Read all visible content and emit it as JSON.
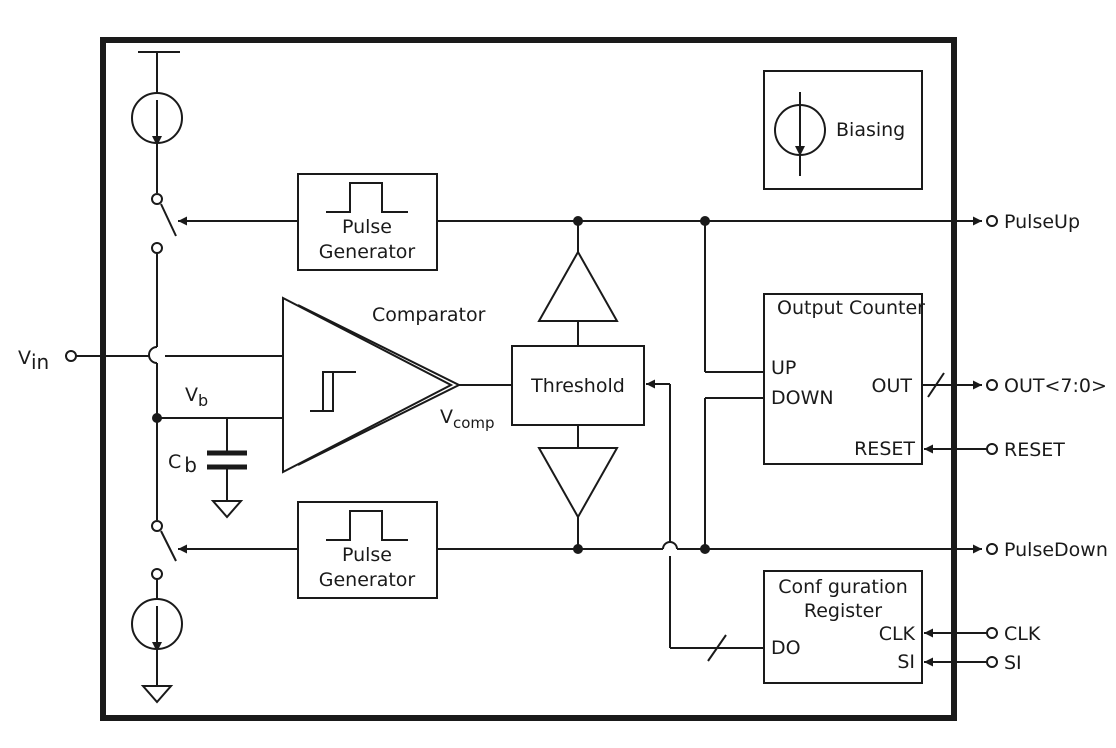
{
  "blocks": {
    "biasing": "Biasing",
    "pulse_gen_top": [
      "Pulse",
      "Generator"
    ],
    "pulse_gen_bottom": [
      "Pulse",
      "Generator"
    ],
    "comparator": "Comparator",
    "threshold": "Threshold",
    "output_counter": {
      "title": "Output Counter",
      "up": "UP",
      "down": "DOWN",
      "out": "OUT",
      "reset": "RESET"
    },
    "config_register": {
      "title_line1": "Conf guration",
      "title_line2": "Register",
      "clk": "CLK",
      "si": "SI",
      "do": "DO"
    }
  },
  "signals": {
    "vin_main": "V",
    "vin_sub": "in",
    "vb_main": "V",
    "vb_sub": "b",
    "vcomp_main": "V",
    "vcomp_sub": "comp",
    "cb_main": "C",
    "cb_sub": "b"
  },
  "ports": {
    "pulse_up": "PulseUp",
    "out": "OUT<7:0>",
    "reset": "RESET",
    "pulse_down": "PulseDown",
    "clk": "CLK",
    "si": "SI"
  }
}
